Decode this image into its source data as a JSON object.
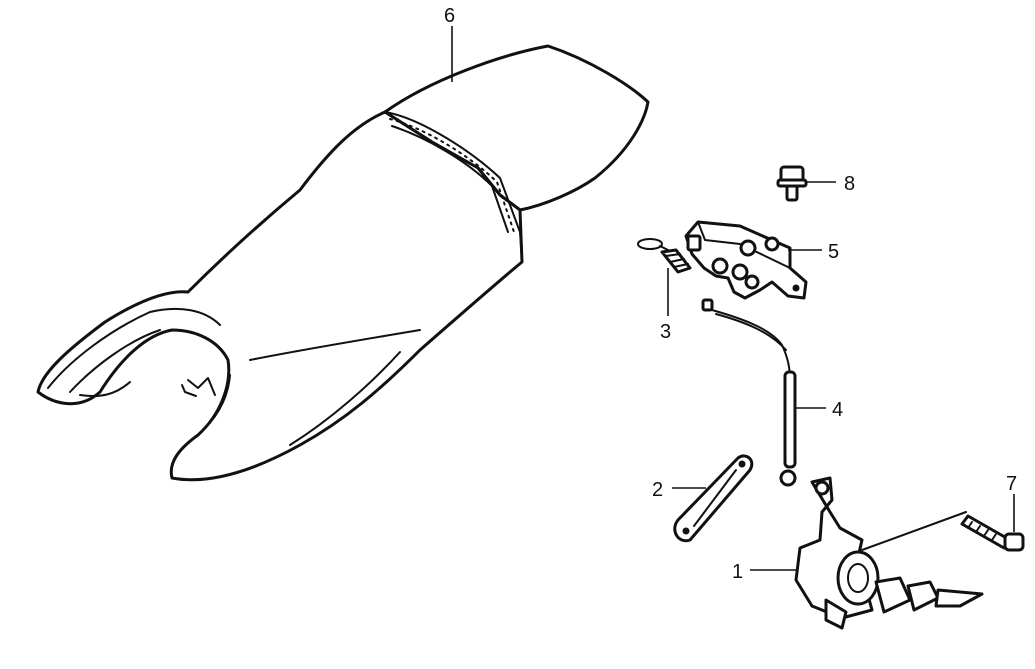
{
  "callouts": [
    {
      "id": "p1",
      "label": "1"
    },
    {
      "id": "p2",
      "label": "2"
    },
    {
      "id": "p3",
      "label": "3"
    },
    {
      "id": "p4",
      "label": "4"
    },
    {
      "id": "p5",
      "label": "5"
    },
    {
      "id": "p6",
      "label": "6"
    },
    {
      "id": "p7",
      "label": "7"
    },
    {
      "id": "p8",
      "label": "8"
    }
  ]
}
